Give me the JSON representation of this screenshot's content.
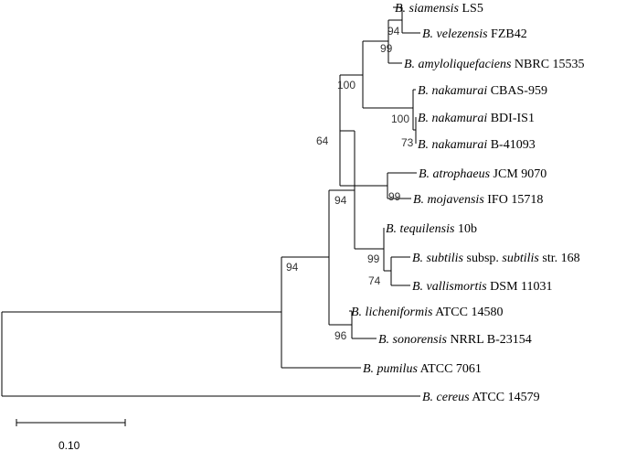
{
  "taxa": [
    {
      "id": "siam",
      "italic": "B. siamensis",
      "rest": " LS5"
    },
    {
      "id": "vele",
      "italic": "B. velezensis",
      "rest": " FZB42"
    },
    {
      "id": "amyl",
      "italic": "B. amyloliquefaciens",
      "rest": " NBRC 15535"
    },
    {
      "id": "naka1",
      "italic": "B. nakamurai",
      "rest": " CBAS-959"
    },
    {
      "id": "naka2",
      "italic": "B. nakamurai",
      "rest": " BDI-IS1"
    },
    {
      "id": "naka3",
      "italic": "B. nakamurai",
      "rest": " B-41093"
    },
    {
      "id": "atro",
      "italic": "B. atrophaeus",
      "rest": " JCM 9070"
    },
    {
      "id": "moja",
      "italic": "B. mojavensis",
      "rest": " IFO 15718"
    },
    {
      "id": "tequ",
      "italic": "B. tequilensis",
      "rest": " 10b"
    },
    {
      "id": "subt",
      "parts": [
        {
          "t": "B. subtilis",
          "i": true
        },
        {
          "t": " subsp. ",
          "i": false
        },
        {
          "t": "subtilis",
          "i": true
        },
        {
          "t": " str. 168",
          "i": false
        }
      ]
    },
    {
      "id": "vall",
      "italic": "B. vallismortis",
      "rest": " DSM 11031"
    },
    {
      "id": "lich",
      "italic": "B. licheniformis",
      "rest": " ATCC 14580"
    },
    {
      "id": "sono",
      "italic": "B. sonorensis",
      "rest": " NRRL B-23154"
    },
    {
      "id": "pumi",
      "italic": "B. pumilus",
      "rest": " ATCC 7061"
    },
    {
      "id": "cere",
      "italic": "B. cereus",
      "rest": " ATCC 14579"
    }
  ],
  "bootstrap": [
    {
      "node": "siam-vele",
      "value": "94"
    },
    {
      "node": "amyl-clade",
      "value": "99"
    },
    {
      "node": "amyl-naka",
      "value": "100"
    },
    {
      "node": "naka-clade",
      "value": "100"
    },
    {
      "node": "naka-inner",
      "value": "73"
    },
    {
      "node": "atro-moja",
      "value": "99"
    },
    {
      "node": "amyl-atro",
      "value": "64"
    },
    {
      "node": "subtilis-group",
      "value": "94"
    },
    {
      "node": "subt-vall",
      "value": "74"
    },
    {
      "node": "tequ-clade",
      "value": "99"
    },
    {
      "node": "lich-sono",
      "value": "96"
    },
    {
      "node": "ingroup",
      "value": "94"
    }
  ],
  "scale_bar": {
    "value": 0.1,
    "label": "0.10"
  }
}
